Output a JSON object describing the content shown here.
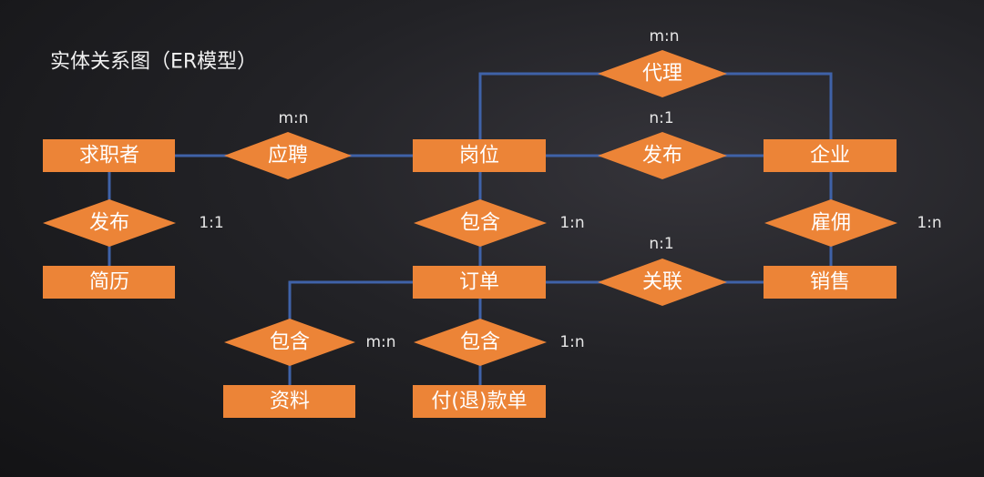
{
  "title": "实体关系图（ER模型）",
  "colors": {
    "node": "#ec8437",
    "line": "#3f62a8",
    "background": "#1e1e22"
  },
  "entities": {
    "job_seeker": "求职者",
    "resume": "简历",
    "position": "岗位",
    "company": "企业",
    "order": "订单",
    "sales": "销售",
    "material": "资料",
    "payment": "付(退)款单"
  },
  "relationships": {
    "apply": {
      "label": "应聘",
      "cardinality": "m:n"
    },
    "publish_resume": {
      "label": "发布",
      "cardinality": "1:1"
    },
    "agent": {
      "label": "代理",
      "cardinality": "m:n"
    },
    "publish_position": {
      "label": "发布",
      "cardinality": "n:1"
    },
    "contain_order": {
      "label": "包含",
      "cardinality": "1:n"
    },
    "employ": {
      "label": "雇佣",
      "cardinality": "1:n"
    },
    "associate": {
      "label": "关联",
      "cardinality": "n:1"
    },
    "contain_material": {
      "label": "包含",
      "cardinality": "m:n"
    },
    "contain_payment": {
      "label": "包含",
      "cardinality": "1:n"
    }
  }
}
